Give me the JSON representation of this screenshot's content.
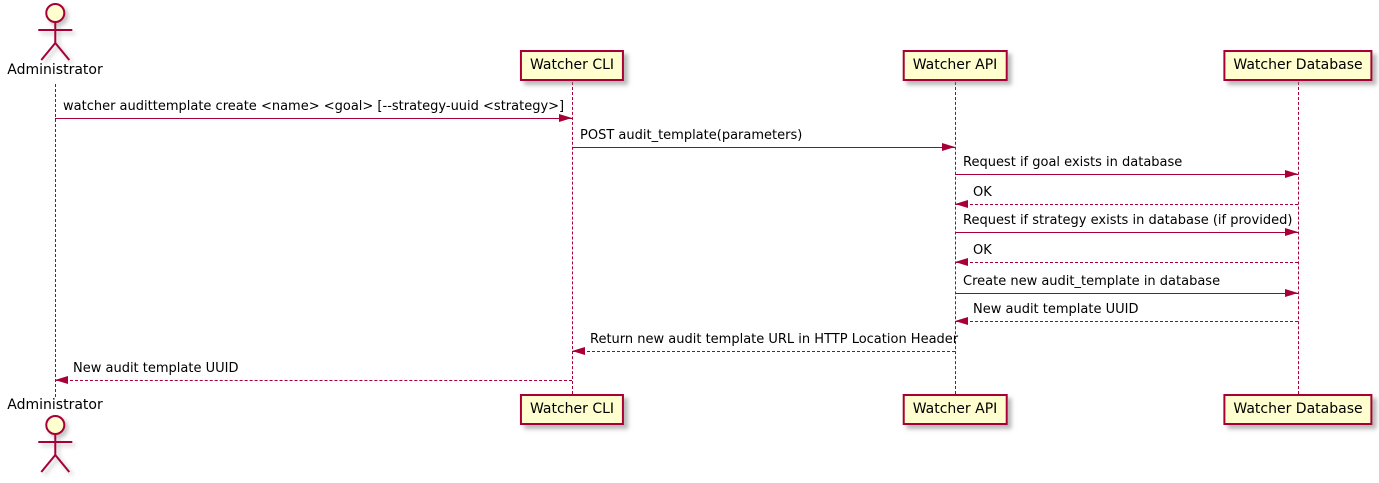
{
  "diagram": {
    "type": "sequence-diagram",
    "actor": {
      "name": "Administrator"
    },
    "participants": [
      {
        "label": "Watcher CLI"
      },
      {
        "label": "Watcher API"
      },
      {
        "label": "Watcher Database"
      }
    ],
    "messages": [
      {
        "from": "Administrator",
        "to": "Watcher CLI",
        "text": "watcher audittemplate create <name> <goal> [--strategy-uuid <strategy>]",
        "line": "solid"
      },
      {
        "from": "Watcher CLI",
        "to": "Watcher API",
        "text": "POST audit_template(parameters)",
        "line": "solid"
      },
      {
        "from": "Watcher API",
        "to": "Watcher Database",
        "text": "Request if goal exists in database",
        "line": "solid"
      },
      {
        "from": "Watcher Database",
        "to": "Watcher API",
        "text": "OK",
        "line": "dashed"
      },
      {
        "from": "Watcher API",
        "to": "Watcher Database",
        "text": "Request if strategy exists in database (if provided)",
        "line": "solid"
      },
      {
        "from": "Watcher Database",
        "to": "Watcher API",
        "text": "OK",
        "line": "dashed"
      },
      {
        "from": "Watcher API",
        "to": "Watcher Database",
        "text": "Create new audit_template in database",
        "line": "solid"
      },
      {
        "from": "Watcher Database",
        "to": "Watcher API",
        "text": "New audit template UUID",
        "line": "dashed"
      },
      {
        "from": "Watcher API",
        "to": "Watcher CLI",
        "text": "Return new audit template URL in HTTP Location Header",
        "line": "dashed"
      },
      {
        "from": "Watcher CLI",
        "to": "Administrator",
        "text": "New audit template UUID",
        "line": "dashed"
      }
    ],
    "colors": {
      "line": "#A80036",
      "fill": "#FEFECE",
      "text": "#000000",
      "background": "#FFFFFF"
    }
  }
}
